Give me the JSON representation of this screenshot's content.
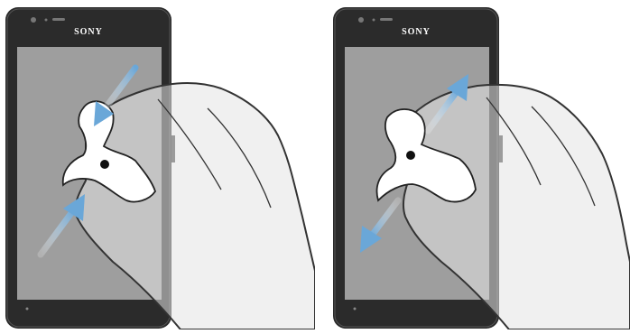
{
  "phone": {
    "brand": "SONY"
  },
  "gestures": [
    {
      "name": "pinch-in",
      "arrow_direction": "inward"
    },
    {
      "name": "pinch-out",
      "arrow_direction": "outward"
    }
  ],
  "colors": {
    "phone_body": "#2a2a2a",
    "screen": "#9d9d9d",
    "hand_overlay": "#d6d6d6",
    "arrow": "#8fb8d6"
  }
}
